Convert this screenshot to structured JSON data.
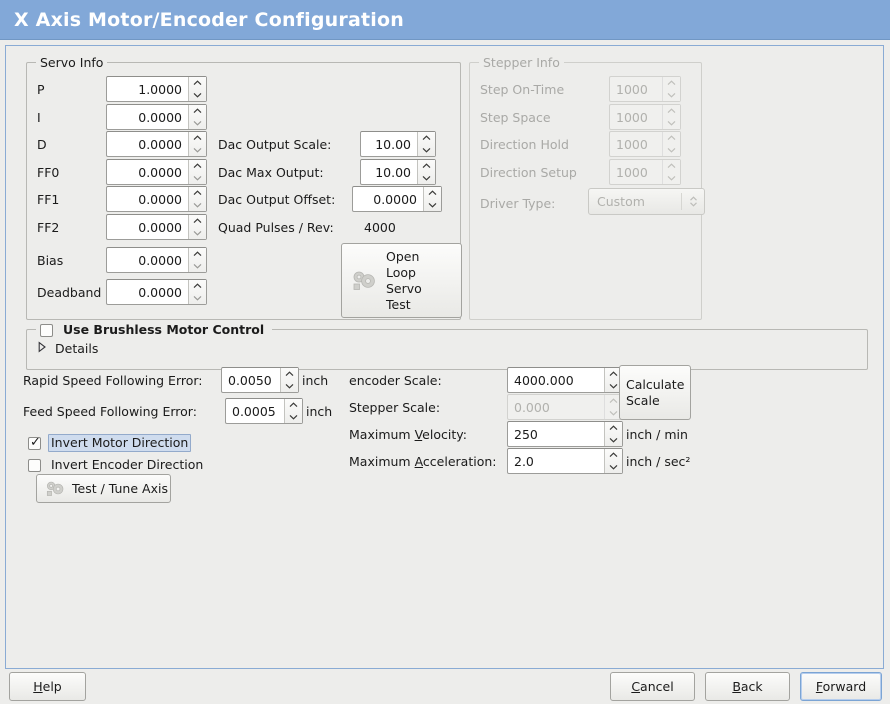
{
  "window": {
    "title": "X Axis Motor/Encoder Configuration",
    "title_bg": "#82a8d8",
    "title_fg": "#ffffff",
    "body_bg": "#ededeb"
  },
  "servo_info": {
    "legend": "Servo Info",
    "rows": [
      {
        "label": "P",
        "value": "1.0000"
      },
      {
        "label": "I",
        "value": "0.0000"
      },
      {
        "label": "D",
        "value": "0.0000"
      },
      {
        "label": "FF0",
        "value": "0.0000"
      },
      {
        "label": "FF1",
        "value": "0.0000"
      },
      {
        "label": "FF2",
        "value": "0.0000"
      },
      {
        "label": "Bias",
        "value": "0.0000"
      },
      {
        "label": "Deadband",
        "value": "0.0000"
      }
    ],
    "dac_output_scale_label": "Dac Output Scale:",
    "dac_output_scale_value": "10.00",
    "dac_max_output_label": "Dac Max Output:",
    "dac_max_output_value": "10.00",
    "dac_output_offset_label": "Dac Output Offset:",
    "dac_output_offset_value": "0.0000",
    "quad_pulses_label": "Quad Pulses / Rev:",
    "quad_pulses_value": "4000",
    "open_loop_button": {
      "line1": "Open",
      "line2": "Loop",
      "line3": "Servo",
      "line4": "Test",
      "icon": "gears-icon"
    }
  },
  "stepper_info": {
    "legend": "Stepper Info",
    "enabled": false,
    "rows": [
      {
        "label": "Step On-Time",
        "value": "1000"
      },
      {
        "label": "Step Space",
        "value": "1000"
      },
      {
        "label": "Direction Hold",
        "value": "1000"
      },
      {
        "label": "Direction Setup",
        "value": "1000"
      }
    ],
    "driver_type_label": "Driver Type:",
    "driver_type_value": "Custom"
  },
  "brushless": {
    "checkbox_label": "Use Brushless Motor Control",
    "checked": false,
    "details_label": "Details",
    "details_expanded": false
  },
  "errors": {
    "rapid_label": "Rapid Speed Following Error:",
    "rapid_value": "0.0050",
    "rapid_unit": "inch",
    "feed_label": "Feed Speed Following Error:",
    "feed_value": "0.0005",
    "feed_unit": "inch"
  },
  "invert": {
    "motor_label": "Invert Motor Direction",
    "motor_checked": true,
    "motor_focused": true,
    "encoder_label": "Invert Encoder Direction",
    "encoder_checked": false
  },
  "test_tune_button": {
    "label": "Test / Tune Axis",
    "icon": "gears-icon"
  },
  "scales": {
    "encoder_scale_label": "encoder Scale:",
    "encoder_scale_value": "4000.000",
    "stepper_scale_label": "Stepper Scale:",
    "stepper_scale_value": "0.000",
    "stepper_scale_enabled": false,
    "calculate_button_line1": "Calculate",
    "calculate_button_line2": "Scale",
    "max_velocity_label_pre": "Maximum ",
    "max_velocity_label_mnemonic": "V",
    "max_velocity_label_post": "elocity:",
    "max_velocity_value": "250",
    "max_velocity_unit": "inch / min",
    "max_accel_label_pre": "Maximum ",
    "max_accel_label_mnemonic": "A",
    "max_accel_label_post": "cceleration:",
    "max_accel_value": "2.0",
    "max_accel_unit": "inch / sec²"
  },
  "actions": {
    "help_pre": "",
    "help_mnemonic": "H",
    "help_post": "elp",
    "cancel_pre": "",
    "cancel_mnemonic": "C",
    "cancel_post": "ancel",
    "back_pre": "",
    "back_mnemonic": "B",
    "back_post": "ack",
    "forward_pre": "",
    "forward_mnemonic": "F",
    "forward_post": "orward",
    "focused": "forward"
  }
}
